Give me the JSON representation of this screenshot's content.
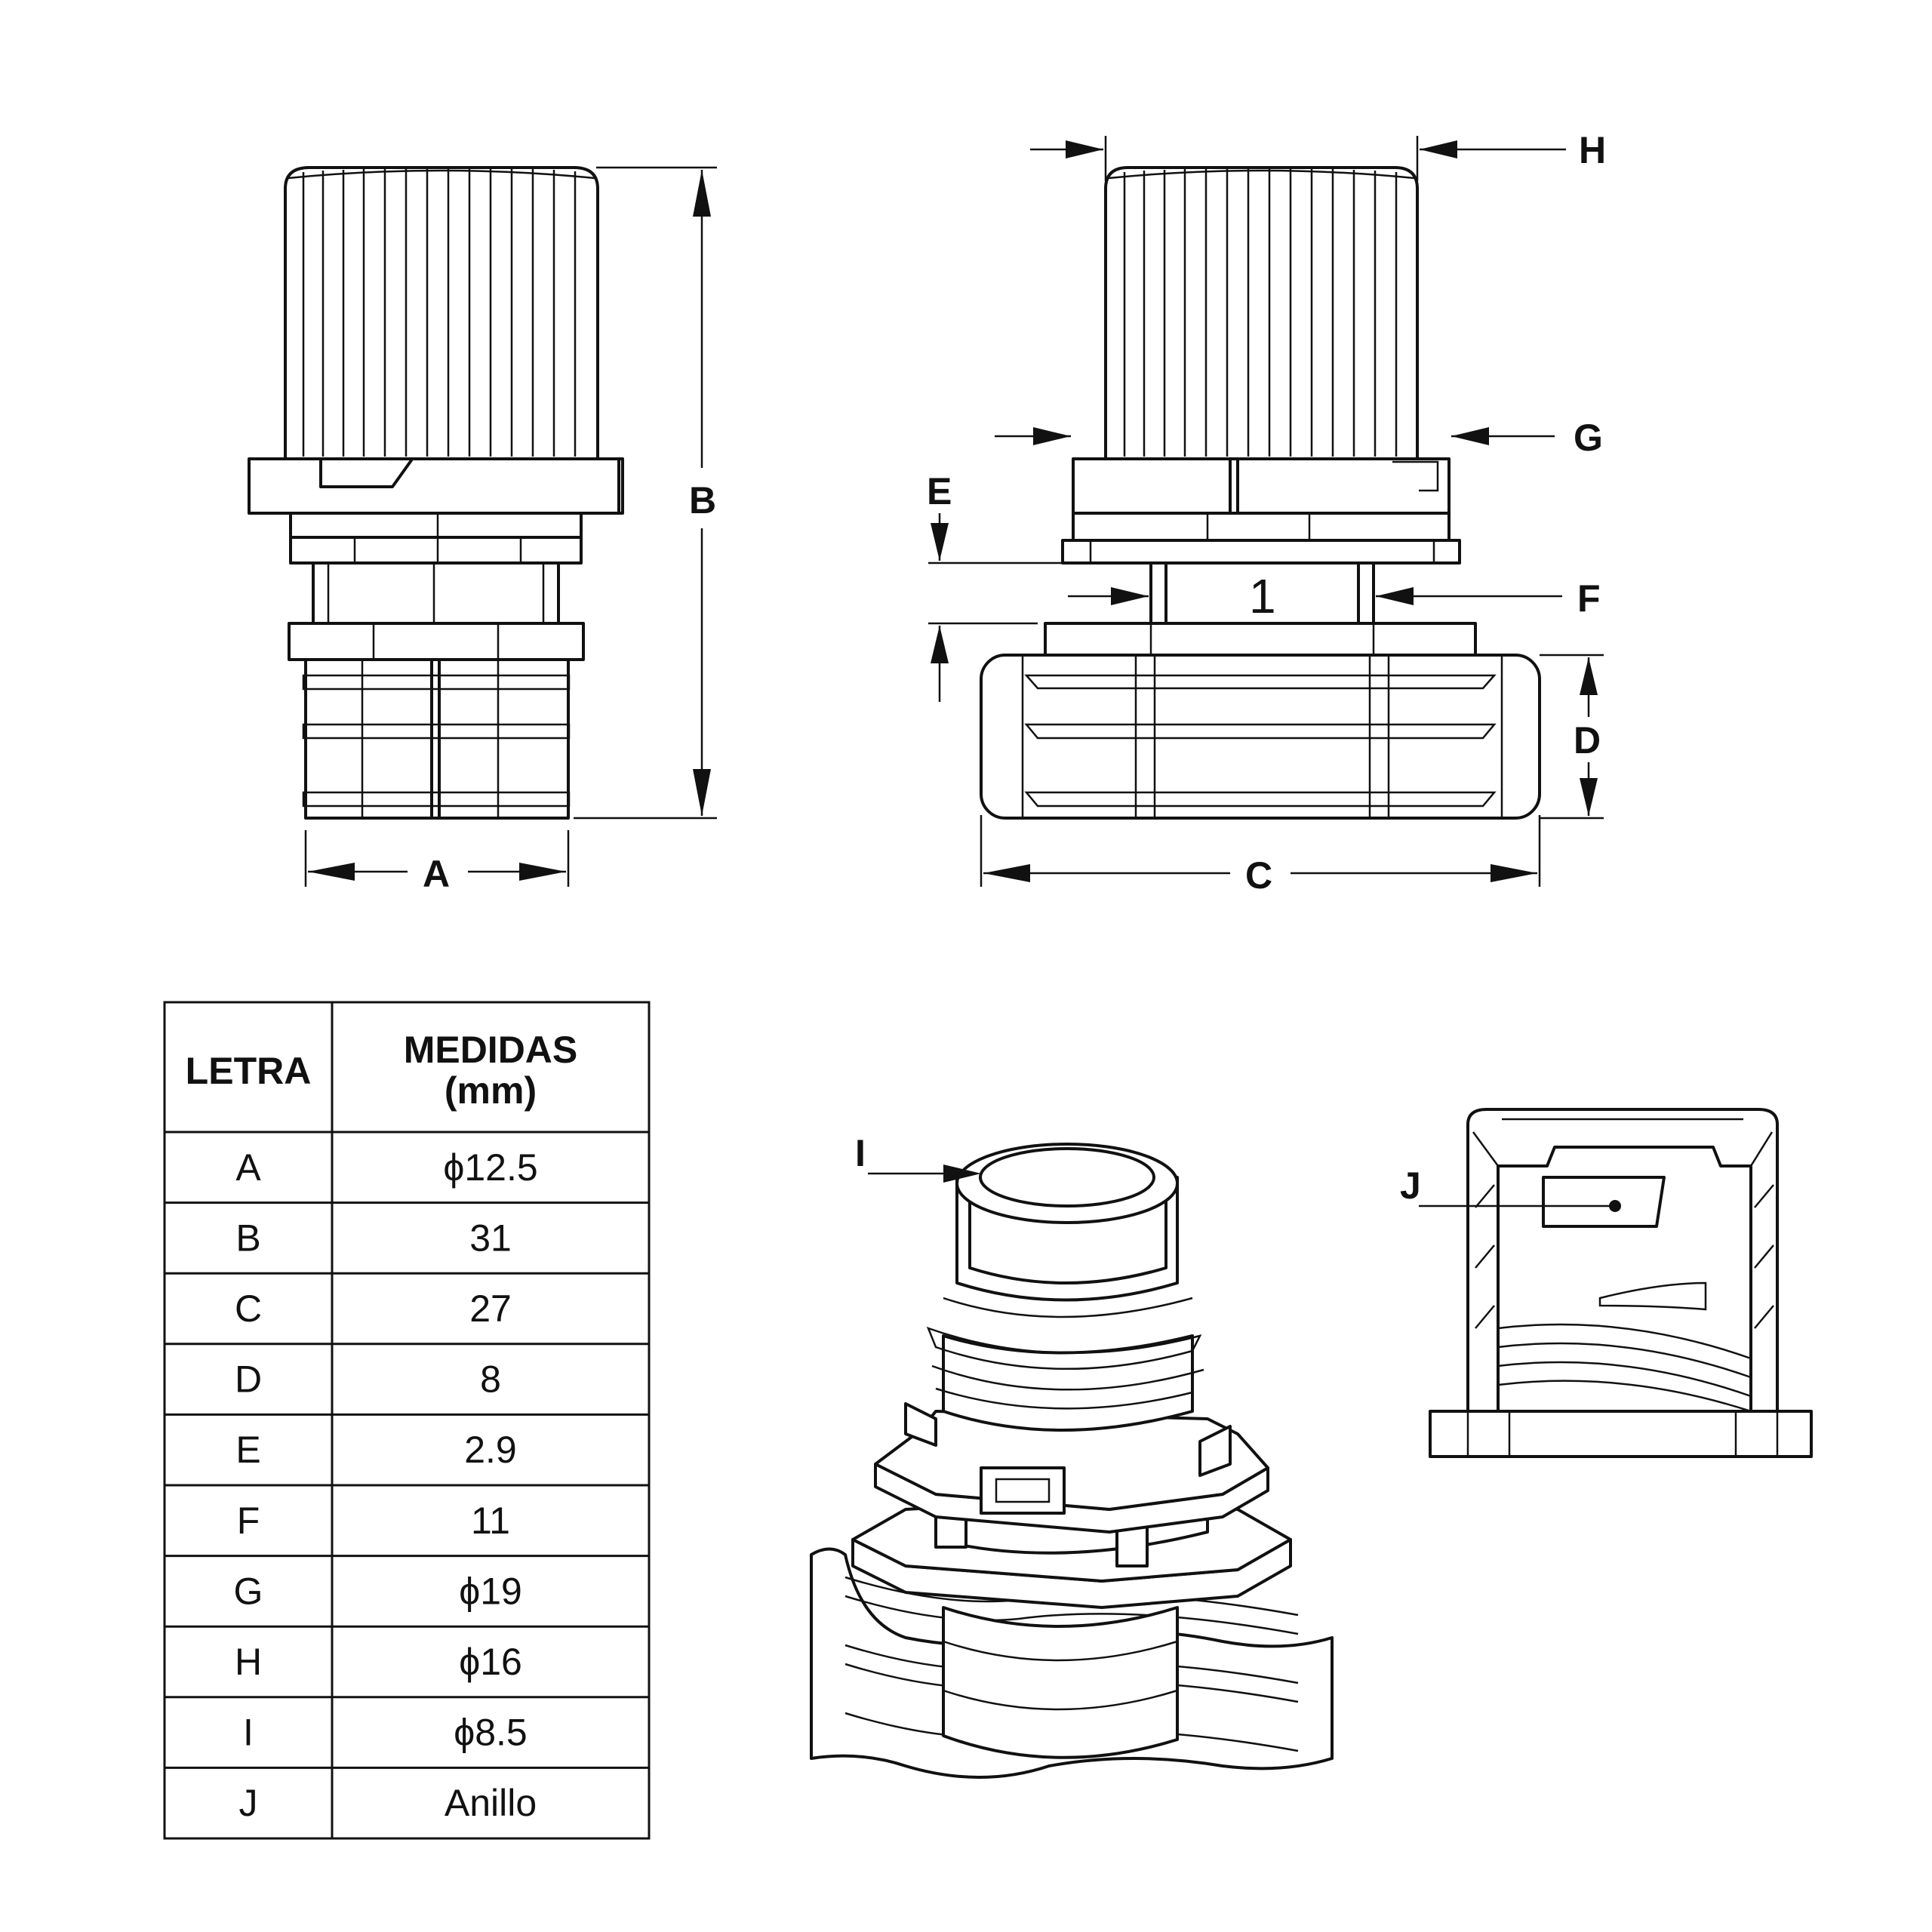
{
  "dimension_labels": {
    "A": "A",
    "B": "B",
    "C": "C",
    "D": "D",
    "E": "E",
    "F": "F",
    "G": "G",
    "H": "H",
    "I": "I",
    "J": "J"
  },
  "part_marking": "1",
  "table": {
    "header_letter": "LETRA",
    "header_measure_line1": "MEDIDAS",
    "header_measure_line2": "(mm)",
    "rows": [
      {
        "letter": "A",
        "value": "ϕ12.5"
      },
      {
        "letter": "B",
        "value": "31"
      },
      {
        "letter": "C",
        "value": "27"
      },
      {
        "letter": "D",
        "value": "8"
      },
      {
        "letter": "E",
        "value": "2.9"
      },
      {
        "letter": "F",
        "value": "11"
      },
      {
        "letter": "G",
        "value": "ϕ19"
      },
      {
        "letter": "H",
        "value": "ϕ16"
      },
      {
        "letter": "I",
        "value": "ϕ8.5"
      },
      {
        "letter": "J",
        "value": "Anillo"
      }
    ]
  },
  "colors": {
    "line": "#111111",
    "background": "#ffffff"
  }
}
